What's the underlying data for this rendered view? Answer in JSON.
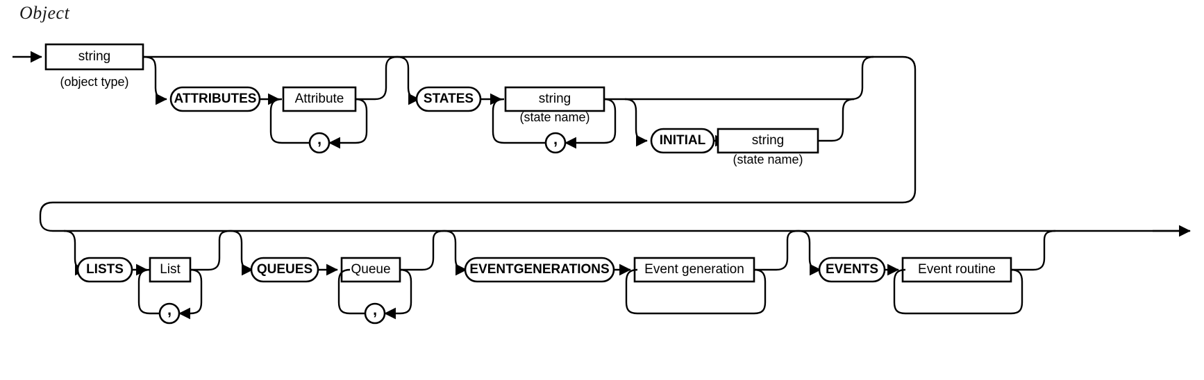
{
  "diagram": {
    "title": "Object",
    "type": "railroad-syntax-diagram",
    "line_color": "#000000",
    "background": "#ffffff"
  },
  "nodes": {
    "string_object_type": {
      "label": "string",
      "sublabel": "(object type)",
      "shape": "rect"
    },
    "kw_attributes": {
      "label": "ATTRIBUTES",
      "shape": "stadium"
    },
    "attribute": {
      "label": "Attribute",
      "shape": "rect"
    },
    "comma_attribute": {
      "label": ",",
      "shape": "circle"
    },
    "kw_states": {
      "label": "STATES",
      "shape": "stadium"
    },
    "string_state_name": {
      "label": "string",
      "sublabel": "(state name)",
      "shape": "rect"
    },
    "comma_states": {
      "label": ",",
      "shape": "circle"
    },
    "kw_initial": {
      "label": "INITIAL",
      "shape": "stadium"
    },
    "string_initial_state_name": {
      "label": "string",
      "sublabel": "(state name)",
      "shape": "rect"
    },
    "kw_lists": {
      "label": "LISTS",
      "shape": "stadium"
    },
    "list": {
      "label": "List",
      "shape": "rect"
    },
    "comma_lists": {
      "label": ",",
      "shape": "circle"
    },
    "kw_queues": {
      "label": "QUEUES",
      "shape": "stadium"
    },
    "queue": {
      "label": "Queue",
      "shape": "rect"
    },
    "comma_queues": {
      "label": ",",
      "shape": "circle"
    },
    "kw_eventgenerations": {
      "label": "EVENTGENERATIONS",
      "shape": "stadium"
    },
    "event_generation": {
      "label": "Event generation",
      "shape": "rect"
    },
    "kw_events": {
      "label": "EVENTS",
      "shape": "stadium"
    },
    "event_routine": {
      "label": "Event routine",
      "shape": "rect"
    }
  }
}
